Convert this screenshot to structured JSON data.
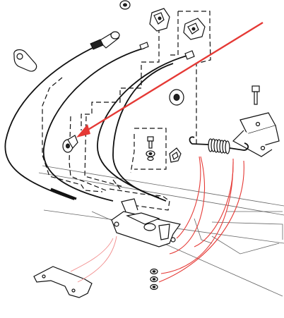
{
  "diagram": {
    "colors": {
      "linework": "#111111",
      "callout_line": "#e53935",
      "callout_arrow": "#e53935",
      "leader_light": "#f28b8b",
      "background": "#ffffff"
    },
    "parts": [
      "grommet-top",
      "cable-clip-1",
      "cable-clip-2",
      "p-clip",
      "cable-connector",
      "spring-clip-guide",
      "bolt",
      "nut-washer",
      "return-spring",
      "spring-bracket",
      "guide-block",
      "cable-plug",
      "latch-mechanism",
      "mounting-plate",
      "washer-stack"
    ]
  }
}
